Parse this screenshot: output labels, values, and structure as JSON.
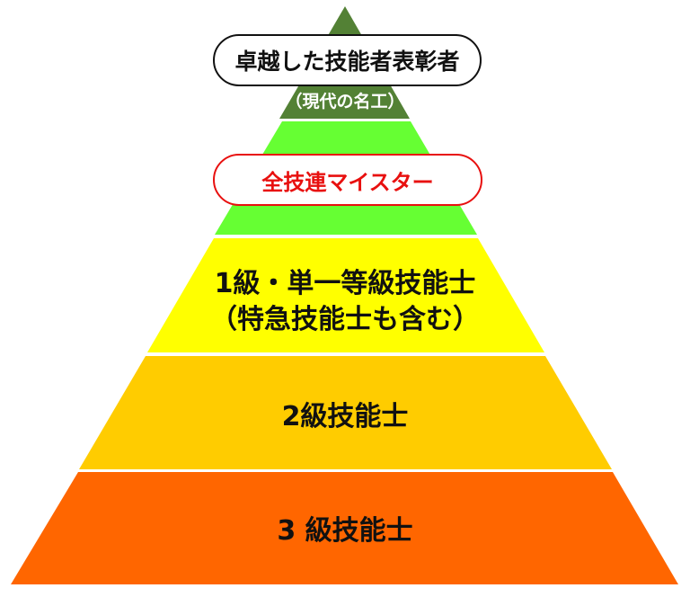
{
  "diagram": {
    "type": "pyramid",
    "apex": {
      "name": "top-award",
      "badge_label": "卓越した技能者表彰者",
      "sub_label": "（現代の名工）",
      "color": "#538135",
      "badge_border_color": "#111111"
    },
    "tiers": [
      {
        "id": "meister",
        "badge_label": "全技連マイスター",
        "color": "#66ff33",
        "badge_border_color": "#e8100f",
        "badge_text_color": "#e8100f"
      },
      {
        "id": "level-1",
        "label_line1": "1級・単一等級技能士",
        "label_line2": "（特急技能士も含む）",
        "color": "#ffff00"
      },
      {
        "id": "level-2",
        "label": "2級技能士",
        "color": "#ffcc00"
      },
      {
        "id": "level-3",
        "label": "3 級技能士",
        "color": "#ff6600"
      }
    ]
  }
}
